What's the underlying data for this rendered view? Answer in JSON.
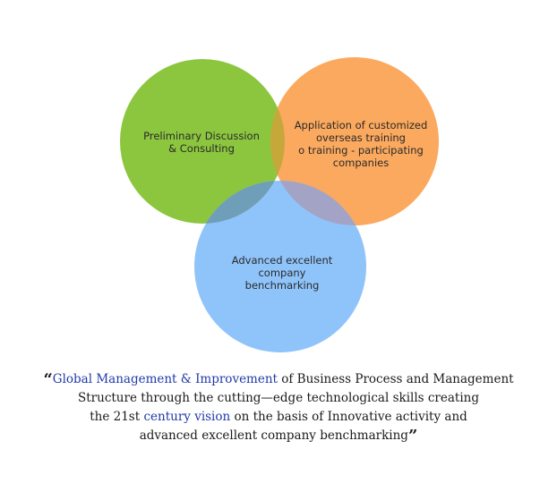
{
  "diagram": {
    "colors": {
      "green": "#8cc63f",
      "orange": "#fba95e",
      "blue": "#8fc4fa",
      "overlap_green_orange": "#c5a73a",
      "overlap_green_blue": "#6f9fb8",
      "overlap_orange_blue": "#a3a3c6",
      "highlight_text": "#1f3aa8"
    },
    "circles": {
      "green": {
        "icon": "green-circle",
        "lines": [
          "Preliminary Discussion",
          "& Consulting"
        ]
      },
      "orange": {
        "icon": "orange-circle",
        "lines": [
          "Application of customized",
          "overseas training",
          "o training - participating",
          "companies"
        ]
      },
      "blue": {
        "icon": "blue-circle",
        "lines": [
          "Advanced excellent",
          "company",
          "benchmarking"
        ]
      }
    }
  },
  "caption": {
    "open_quote": "“",
    "close_quote": "”",
    "line1_highlight": "Global Management & Improvement",
    "line1_rest": " of Business Process and Management",
    "line2": "Structure through the cutting—edge technological skills creating",
    "line3_start": "the 21st ",
    "line3_highlight": "century vision",
    "line3_rest": " on the basis of Innovative activity and",
    "line4": "advanced excellent company benchmarking"
  }
}
